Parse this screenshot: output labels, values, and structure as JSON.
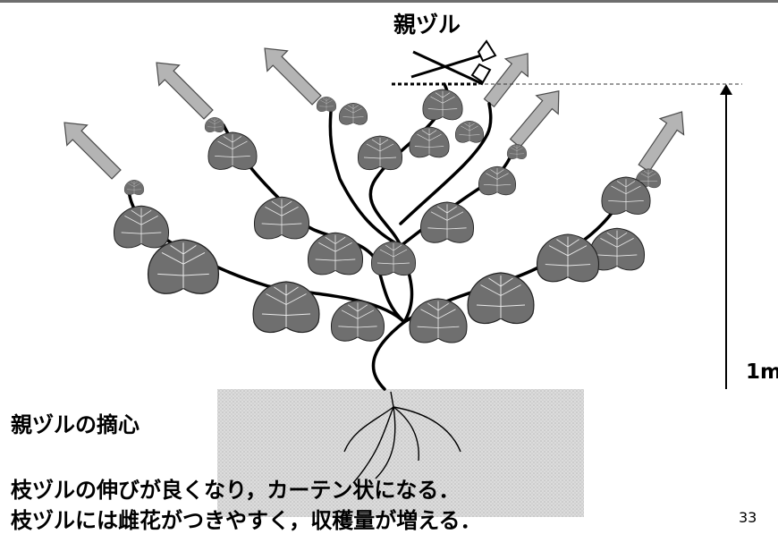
{
  "labels": {
    "main_vine": "親ヅル",
    "height": "1m"
  },
  "caption": {
    "title": "親ヅルの摘心",
    "line1": "枝ヅルの伸びが良くなり，カーテン状になる．",
    "line2": "枝ヅルには雌花がつきやすく，収穫量が増える．"
  },
  "page_number": "33",
  "colors": {
    "leaf": "#6f6f6f",
    "arrow": "#b4b4b4",
    "soil": "#d2d2d2",
    "stem": "#000000"
  },
  "icons": [
    "scissors-icon",
    "up-arrow-icon"
  ]
}
